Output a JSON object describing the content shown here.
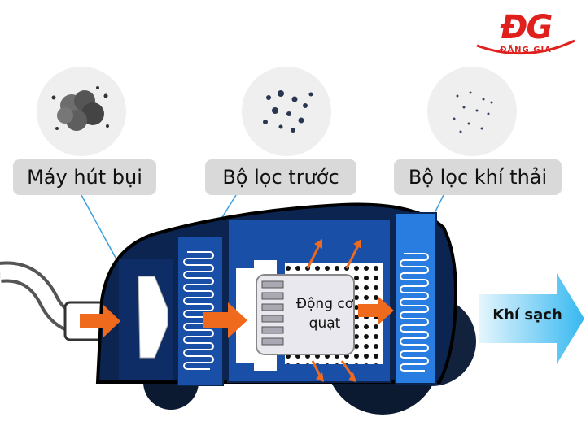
{
  "logo": {
    "mark": "ĐG",
    "subtitle": "ĐẶNG GIA"
  },
  "labels": {
    "vacuum": "Máy hút bụi",
    "pre_filter": "Bộ lọc trước",
    "exhaust_filter": "Bộ lọc khí thải"
  },
  "motor": {
    "line1": "Động cơ",
    "line2": "quạt"
  },
  "output": {
    "label": "Khí sạch"
  },
  "colors": {
    "body_dark": "#0b2550",
    "panel_blue": "#1a4fa8",
    "exhaust_blue": "#2a7de0",
    "arrow_orange": "#f06a1e",
    "clean_arrow": "#36b8f0",
    "logo_red": "#e0201c"
  },
  "icons": [
    "dust-cloud-icon",
    "fine-dust-icon",
    "micro-particles-icon"
  ]
}
